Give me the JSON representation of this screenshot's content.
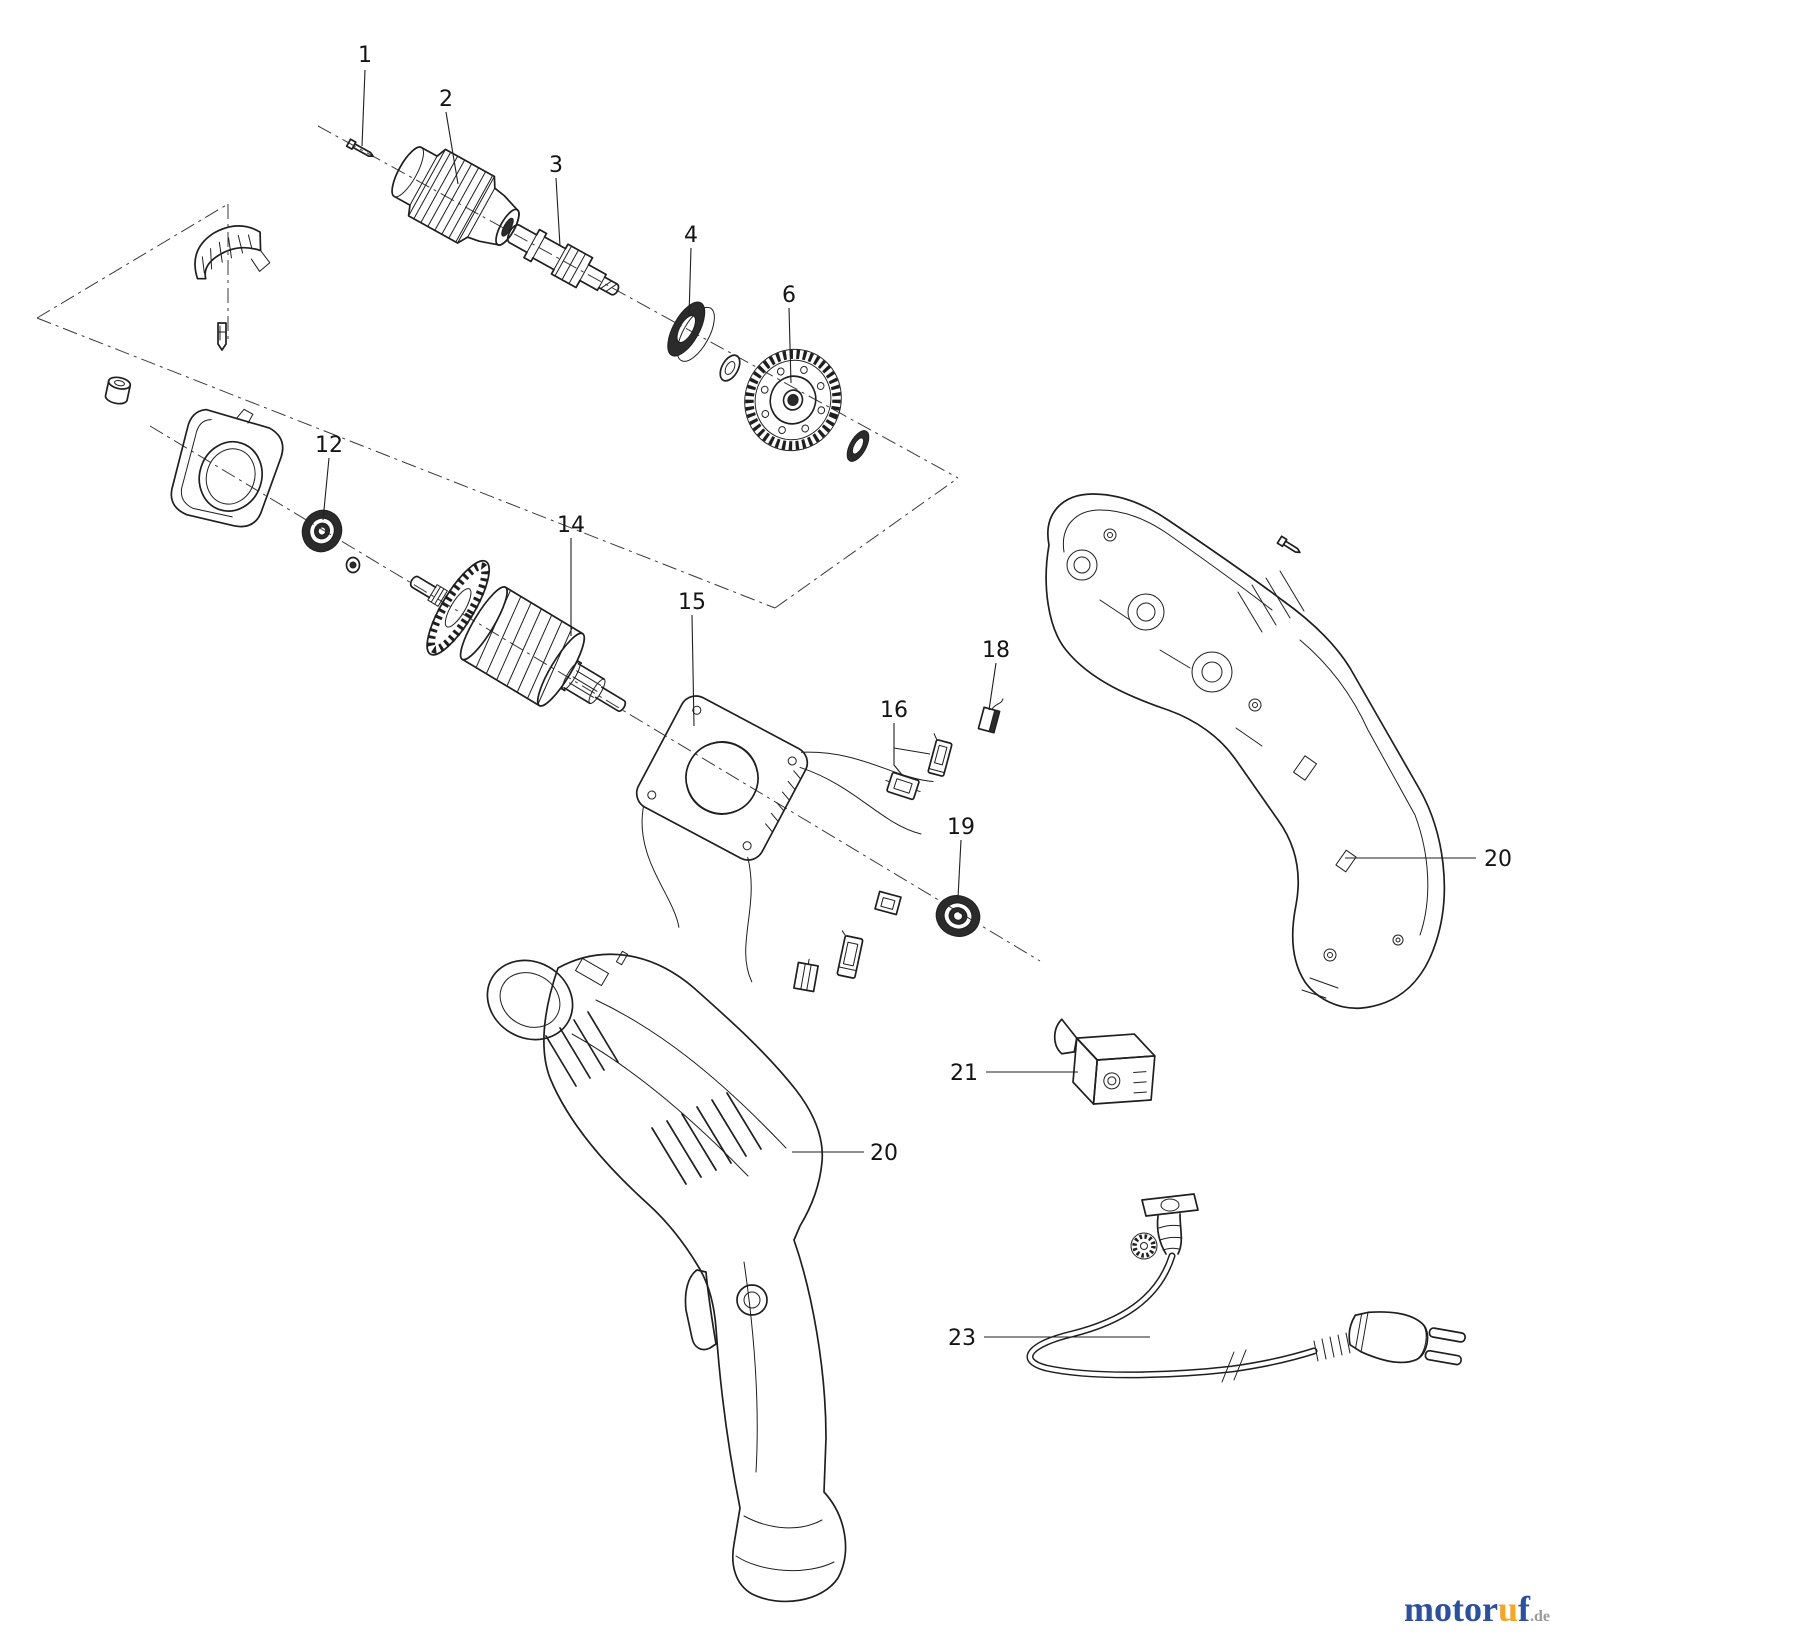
{
  "callouts": {
    "c1": "1",
    "c2": "2",
    "c3": "3",
    "c4": "4",
    "c6": "6",
    "c12": "12",
    "c14": "14",
    "c15": "15",
    "c16": "16",
    "c18": "18",
    "c19": "19",
    "c20a": "20",
    "c20b": "20",
    "c21": "21",
    "c23": "23"
  },
  "logo": {
    "prefix": "motor",
    "accent": "u",
    "suffix": "f",
    "tld": ".de"
  },
  "colors": {
    "logo_blue": "#2b4fa2",
    "logo_orange": "#f5a623",
    "logo_tld_gray": "#9a9a9a",
    "line": "#1f1f1f"
  }
}
